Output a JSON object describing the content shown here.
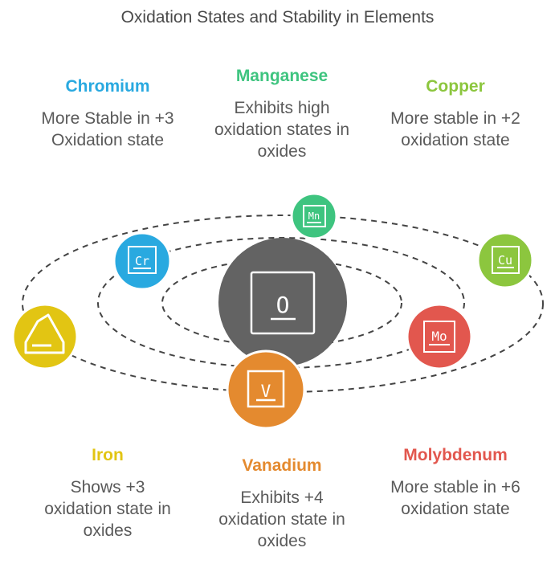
{
  "title": "Oxidation States and Stability in Elements",
  "center": {
    "symbol": "O",
    "color": "#636363"
  },
  "elements": [
    {
      "key": "chromium",
      "name": "Chromium",
      "symbol": "Cr",
      "color": "#29a9e0",
      "lines": [
        "More Stable in +3",
        "Oxidation state"
      ]
    },
    {
      "key": "manganese",
      "name": "Manganese",
      "symbol": "Mn",
      "color": "#3ec47f",
      "lines": [
        "Exhibits high",
        "oxidation states in",
        "oxides"
      ]
    },
    {
      "key": "copper",
      "name": "Copper",
      "symbol": "Cu",
      "color": "#8cc63e",
      "lines": [
        "More stable in +2",
        "oxidation state"
      ]
    },
    {
      "key": "iron",
      "name": "Iron",
      "symbol": "",
      "icon": "flask-icon",
      "color": "#e2c513",
      "lines": [
        "Shows +3",
        "oxidation state in",
        "oxides"
      ]
    },
    {
      "key": "vanadium",
      "name": "Vanadium",
      "symbol": "V",
      "color": "#e48a2f",
      "lines": [
        "Exhibits +4",
        "oxidation state in",
        "oxides"
      ]
    },
    {
      "key": "molybdenum",
      "name": "Molybdenum",
      "symbol": "Mo",
      "color": "#e2574e",
      "lines": [
        "More stable in +6",
        "oxidation state"
      ]
    }
  ]
}
